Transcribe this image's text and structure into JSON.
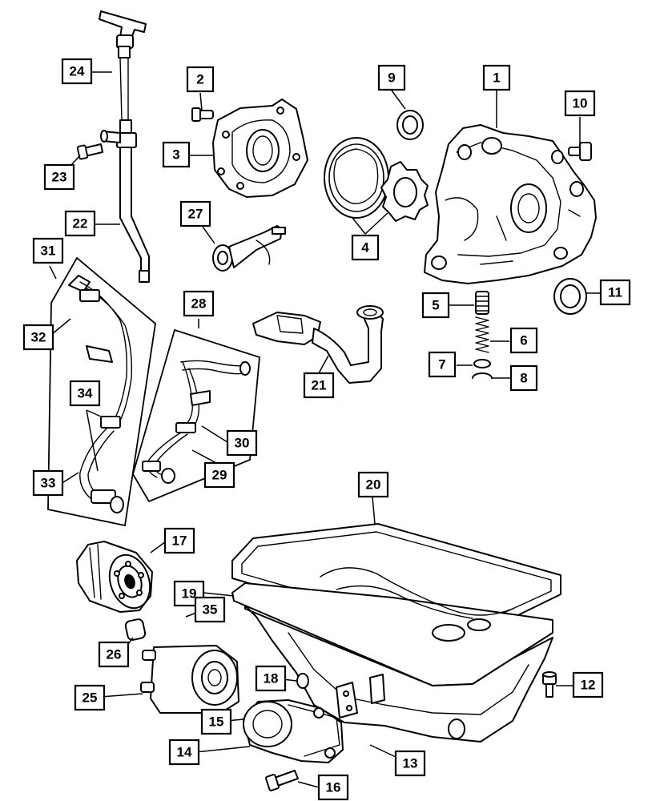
{
  "callouts": [
    {
      "id": "c1",
      "label": "1"
    },
    {
      "id": "c2",
      "label": "2"
    },
    {
      "id": "c3",
      "label": "3"
    },
    {
      "id": "c4",
      "label": "4"
    },
    {
      "id": "c5",
      "label": "5"
    },
    {
      "id": "c6",
      "label": "6"
    },
    {
      "id": "c7",
      "label": "7"
    },
    {
      "id": "c8",
      "label": "8"
    },
    {
      "id": "c9",
      "label": "9"
    },
    {
      "id": "c10",
      "label": "10"
    },
    {
      "id": "c11",
      "label": "11"
    },
    {
      "id": "c12",
      "label": "12"
    },
    {
      "id": "c13",
      "label": "13"
    },
    {
      "id": "c14",
      "label": "14"
    },
    {
      "id": "c15",
      "label": "15"
    },
    {
      "id": "c16",
      "label": "16"
    },
    {
      "id": "c17",
      "label": "17"
    },
    {
      "id": "c18",
      "label": "18"
    },
    {
      "id": "c19",
      "label": "19"
    },
    {
      "id": "c20",
      "label": "20"
    },
    {
      "id": "c21",
      "label": "21"
    },
    {
      "id": "c22",
      "label": "22"
    },
    {
      "id": "c23",
      "label": "23"
    },
    {
      "id": "c24",
      "label": "24"
    },
    {
      "id": "c25",
      "label": "25"
    },
    {
      "id": "c26",
      "label": "26"
    },
    {
      "id": "c27",
      "label": "27"
    },
    {
      "id": "c28",
      "label": "28"
    },
    {
      "id": "c29",
      "label": "29"
    },
    {
      "id": "c30",
      "label": "30"
    },
    {
      "id": "c31",
      "label": "31"
    },
    {
      "id": "c32",
      "label": "32"
    },
    {
      "id": "c33",
      "label": "33"
    },
    {
      "id": "c34",
      "label": "34"
    },
    {
      "id": "c35",
      "label": "35"
    }
  ]
}
